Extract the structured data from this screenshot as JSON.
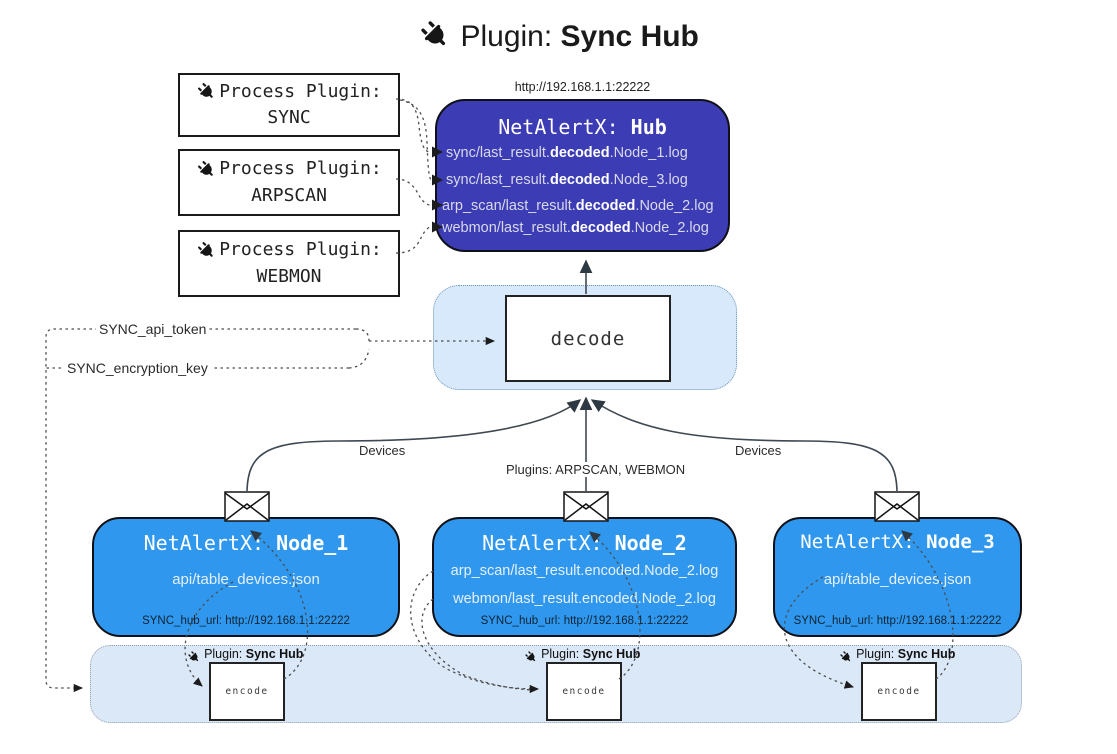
{
  "title": {
    "pre": "Plugin: ",
    "bold": "Sync Hub"
  },
  "process_plugins": [
    {
      "line1": "Process Plugin:",
      "name": "SYNC"
    },
    {
      "line1": "Process Plugin:",
      "name": "ARPSCAN"
    },
    {
      "line1": "Process Plugin:",
      "name": "WEBMON"
    }
  ],
  "hub": {
    "url": "http://192.168.1.1:22222",
    "title_pre": "NetAlertX: ",
    "title_bold": "Hub",
    "lines": [
      {
        "pre": "sync/last_result.",
        "bold": "decoded",
        "post": ".Node_1.log"
      },
      {
        "pre": "sync/last_result.",
        "bold": "decoded",
        "post": ".Node_3.log"
      },
      {
        "pre": "arp_scan/last_result.",
        "bold": "decoded",
        "post": ".Node_2.log"
      },
      {
        "pre": "webmon/last_result.",
        "bold": "decoded",
        "post": ".Node_2.log"
      }
    ]
  },
  "decode": {
    "label": "decode"
  },
  "tokens": {
    "api_token": "SYNC_api_token",
    "encryption_key": "SYNC_encryption_key"
  },
  "edges": {
    "devices_left": "Devices",
    "plugins_mid": "Plugins: ARPSCAN, WEBMON",
    "devices_right": "Devices"
  },
  "nodes": [
    {
      "title_pre": "NetAlertX: ",
      "title_bold": "Node_1",
      "lines": [
        "api/table_devices.json"
      ],
      "hub_url": "SYNC_hub_url: http://192.168.1.1:22222"
    },
    {
      "title_pre": "NetAlertX: ",
      "title_bold": "Node_2",
      "lines": [
        "arp_scan/last_result.encoded.Node_2.log",
        "webmon/last_result.encoded.Node_2.log"
      ],
      "hub_url": "SYNC_hub_url: http://192.168.1.1:22222"
    },
    {
      "title_pre": "NetAlertX: ",
      "title_bold": "Node_3",
      "lines": [
        "api/table_devices.json"
      ],
      "hub_url": "SYNC_hub_url: http://192.168.1.1:22222"
    }
  ],
  "sync_hub_groups": [
    {
      "label_pre": "Plugin: ",
      "label_bold": "Sync Hub",
      "box_label": "encode"
    },
    {
      "label_pre": "Plugin: ",
      "label_bold": "Sync Hub",
      "box_label": "encode"
    },
    {
      "label_pre": "Plugin: ",
      "label_bold": "Sync Hub",
      "box_label": "encode"
    }
  ],
  "colors": {
    "hub_fill": "#3c3cb4",
    "node_fill": "#2f97ee",
    "panel_fill": "#d7e9fb",
    "strip_fill": "#dbe8f8"
  }
}
